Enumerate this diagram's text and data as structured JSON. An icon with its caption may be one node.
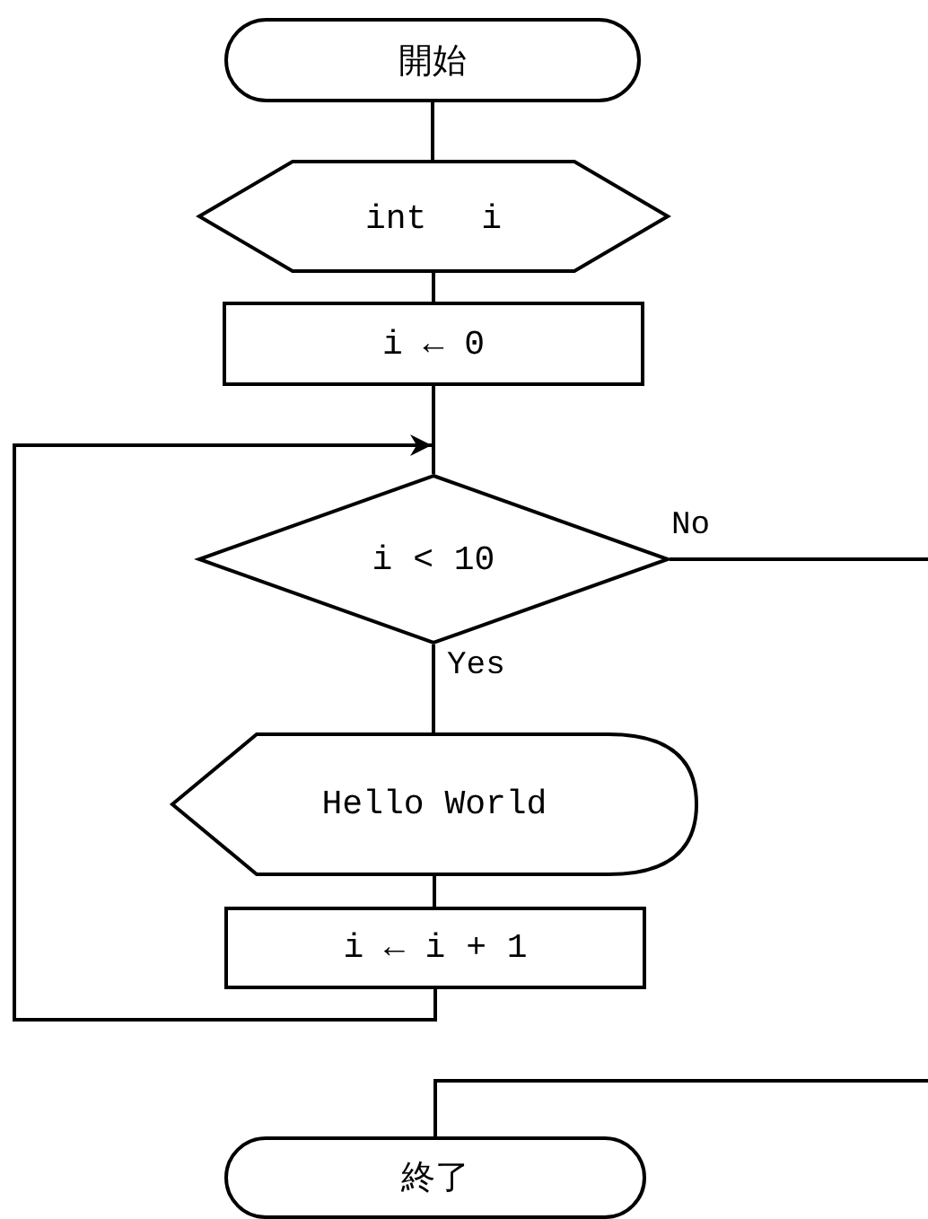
{
  "diagram": {
    "nodes": [
      {
        "text": [
          "開始"
        ]
      },
      {
        "text": [
          "int　 i"
        ]
      },
      {
        "text": [
          "i ← 0"
        ]
      },
      {
        "text": [
          "i < 10"
        ]
      },
      {
        "text": [
          "Hello World"
        ]
      },
      {
        "text": [
          "i ← i + 1"
        ]
      },
      {
        "text": [
          "終了"
        ]
      }
    ],
    "edges": [
      {
        "from": 0,
        "to": 1,
        "arrow": "none"
      },
      {
        "from": 1,
        "to": 2,
        "arrow": "none"
      },
      {
        "from": 2,
        "to": 3,
        "arrow": "none"
      },
      {
        "from": 3,
        "to": 4,
        "arrow": "none",
        "label": "Yes"
      },
      {
        "from": 4,
        "to": 5,
        "arrow": "none"
      },
      {
        "from": 5,
        "to": 3,
        "arrow": "to"
      },
      {
        "from": 3,
        "to": null,
        "arrow": "none",
        "label": "No"
      },
      {
        "from": null,
        "to": 6,
        "arrow": "none"
      }
    ]
  }
}
